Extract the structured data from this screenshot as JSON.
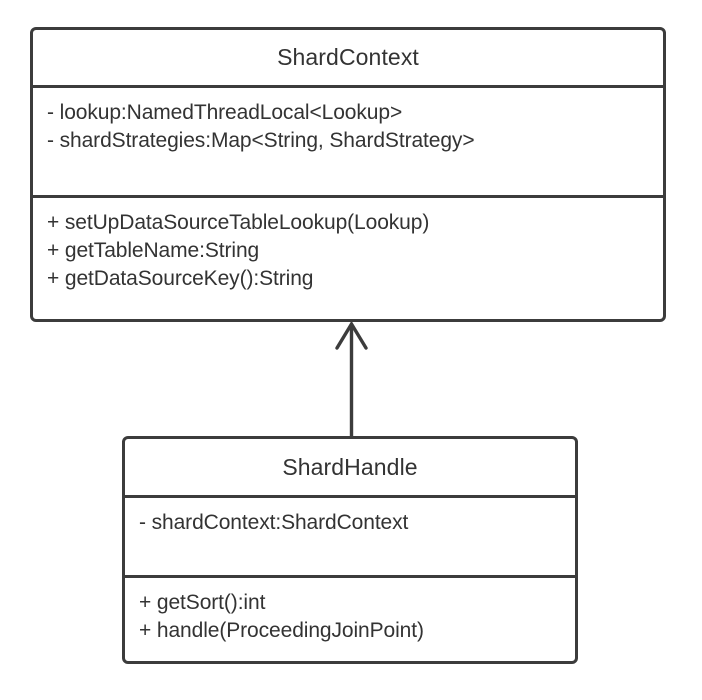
{
  "diagram": {
    "type": "uml-class-diagram",
    "background_color": "#ffffff",
    "line_color": "#3c3c3c",
    "text_color": "#333333",
    "classes": [
      {
        "id": "shard-context",
        "name": "ShardContext",
        "attributes": [
          "- lookup:NamedThreadLocal<Lookup>",
          "- shardStrategies:Map<String, ShardStrategy>"
        ],
        "methods": [
          "+ setUpDataSourceTableLookup(Lookup)",
          "+ getTableName:String",
          "+ getDataSourceKey():String"
        ]
      },
      {
        "id": "shard-handle",
        "name": "ShardHandle",
        "attributes": [
          "- shardContext:ShardContext"
        ],
        "methods": [
          "+ getSort():int",
          "+ handle(ProceedingJoinPoint)"
        ]
      }
    ],
    "relationships": [
      {
        "id": "shard-handle-to-shard-context",
        "kind": "generalization",
        "source": "ShardHandle",
        "target": "ShardContext",
        "arrow_style": "open-arrowhead",
        "direction": "up"
      }
    ]
  }
}
